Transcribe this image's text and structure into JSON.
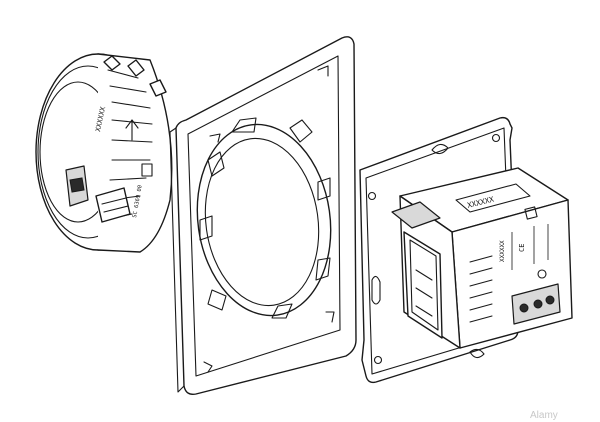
{
  "module_labels": {
    "marking_plate": "XXXXXX",
    "reversed_marking": "XXXXXX",
    "knob_marking": "XXXXXX",
    "knob_side_text": "SC 6369 00",
    "ce_mark": "CE"
  },
  "watermark": "Alamy"
}
